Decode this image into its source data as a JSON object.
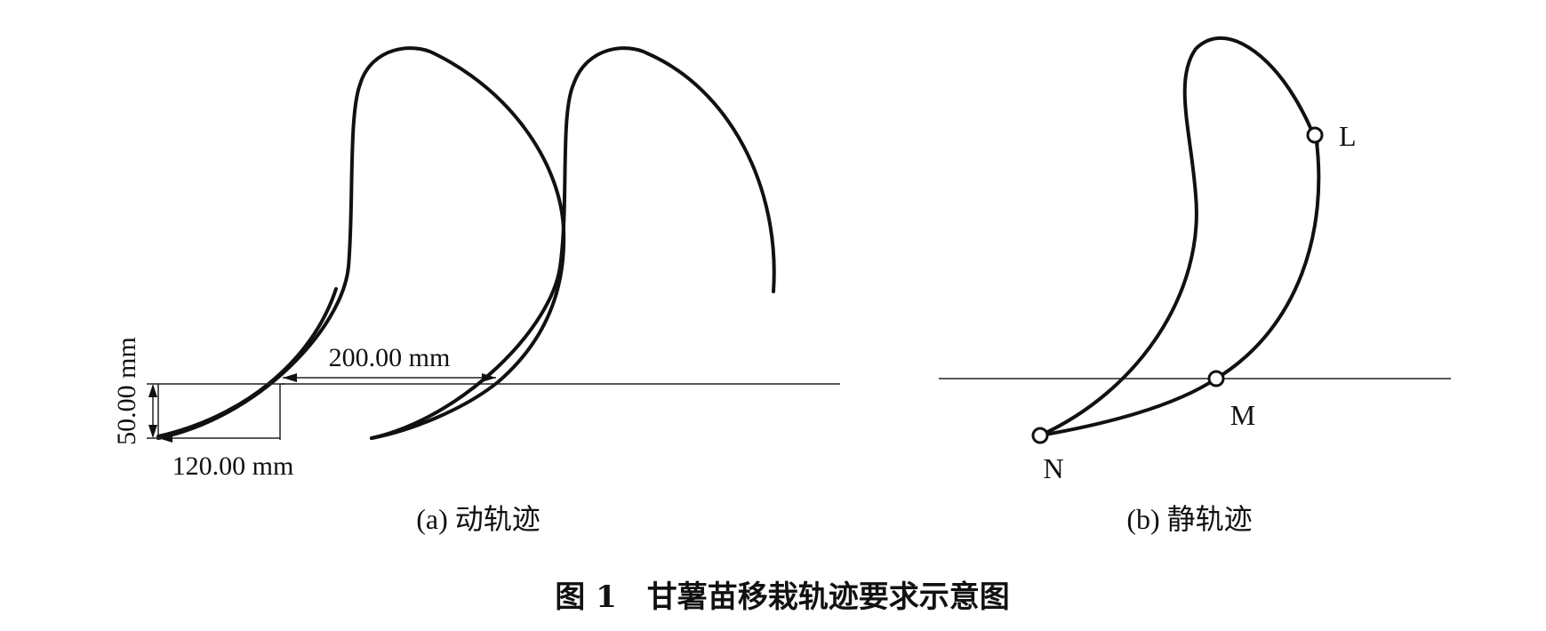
{
  "panel_a": {
    "dim_horizontal_top": "200.00 mm",
    "dim_horizontal_bottom": "120.00 mm",
    "dim_vertical": "50.00 mm",
    "caption": "(a) 动轨迹"
  },
  "panel_b": {
    "point_L": "L",
    "point_M": "M",
    "point_N": "N",
    "caption": "(b) 静轨迹"
  },
  "figure_caption": "图 1　甘薯苗移栽轨迹要求示意图"
}
